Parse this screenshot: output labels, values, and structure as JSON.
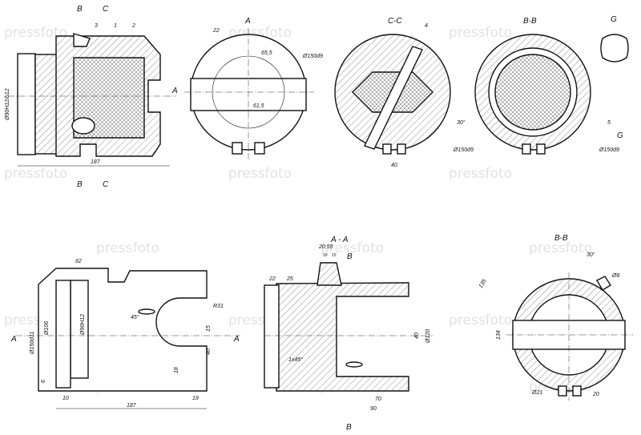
{
  "watermark": "pressfoto",
  "view1": {
    "section_marks": [
      "B",
      "C"
    ],
    "section_marks_bottom": [
      "B",
      "C"
    ],
    "callouts": [
      "3",
      "1",
      "2"
    ],
    "dim_left": "Ø90H12/b12",
    "dim_bottom": "187",
    "arrow_label": "A"
  },
  "view2": {
    "title": "A",
    "dims": [
      "22",
      "65,5",
      "Ø150d9",
      "61,5"
    ]
  },
  "view3": {
    "title": "C-C",
    "callout": "4",
    "dim": "40"
  },
  "view4": {
    "title": "B-B",
    "angle": "30°",
    "callout": "5",
    "dim_left": "Ø150d9",
    "dim_right": "Ø150d9",
    "arrow_label": "G"
  },
  "view5": {
    "title": "G"
  },
  "view6": {
    "dims_top": "62",
    "dim_outer": "Ø150d11",
    "dim_mid": "Ø106",
    "dim_bore": "Ø90H12",
    "angle": "45°",
    "radius": "R31",
    "dim_15": "15",
    "dim_40": "40",
    "dim_18": "18",
    "dim_6": "6",
    "dim_10": "10",
    "dim_19": "19",
    "dim_187": "187",
    "arrow_left": "A",
    "arrow_right": "A"
  },
  "view7": {
    "title": "A - A",
    "dim_2055": "20,55",
    "dim_small": [
      "18",
      "15"
    ],
    "mark_top": "B",
    "dim_22": "22",
    "dim_25": "25",
    "chamfer": "1x45°",
    "dim_40": "40",
    "dim_120": "Ø120",
    "dim_70": "70",
    "dim_90": "90",
    "mark_bottom": "B"
  },
  "view8": {
    "title": "B-B",
    "angle": "30°",
    "dim_d8": "Ø8",
    "dim_135": "135",
    "dim_134": "134",
    "dim_21": "Ø21",
    "dim_20": "20"
  }
}
